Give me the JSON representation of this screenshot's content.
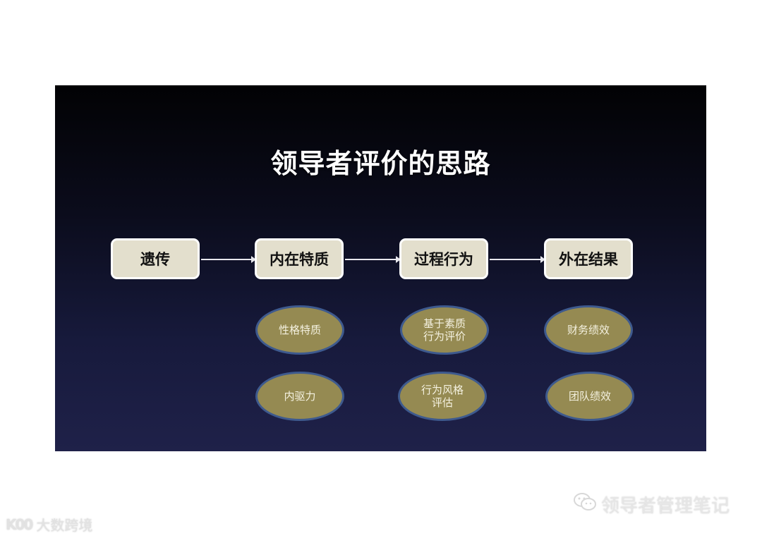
{
  "slide": {
    "title": "领导者评价的思路",
    "colors": {
      "background_top": "#020204",
      "background_bottom": "#1f2149",
      "box_fill": "#e3dfcd",
      "ellipse_fill": "#958a52",
      "ellipse_border": "#3e5a8e"
    },
    "flow": [
      {
        "label": "遗传"
      },
      {
        "label": "内在特质"
      },
      {
        "label": "过程行为"
      },
      {
        "label": "外在结果"
      }
    ],
    "details": {
      "inner_traits": [
        "性格特质",
        "内驱力"
      ],
      "process_behavior": [
        "基于素质\n行为评价",
        "行为风格\n评估"
      ],
      "external_results": [
        "财务绩效",
        "团队绩效"
      ]
    }
  },
  "watermarks": {
    "right_icon": "wechat-icon",
    "right_text": "领导者管理笔记",
    "left_logo": "K00",
    "left_text": "大数跨境"
  }
}
